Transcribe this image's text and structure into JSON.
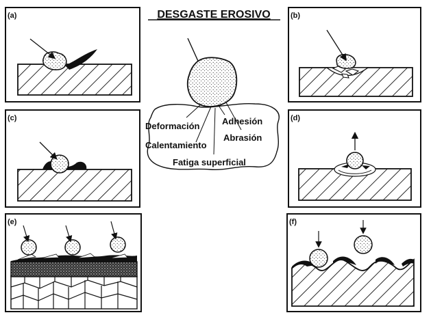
{
  "title": "DESGASTE EROSIVO",
  "panels": [
    {
      "label": "(a)"
    },
    {
      "label": "(b)"
    },
    {
      "label": "(c)"
    },
    {
      "label": "(d)"
    },
    {
      "label": "(e)"
    },
    {
      "label": "(f)"
    }
  ],
  "mechanisms": {
    "deformacion": "Deformación",
    "adhesion": "Adhesión",
    "abrasion": "Abrasión",
    "calentamiento": "Calentamiento",
    "fatiga": "Fatiga superficial"
  }
}
